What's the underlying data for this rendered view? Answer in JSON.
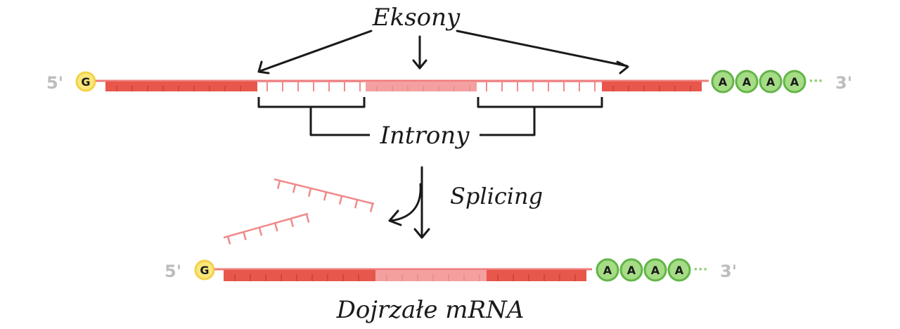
{
  "labels": {
    "exons": "Eksony",
    "introns": "Introny",
    "splicing": "Splicing",
    "mature": "Dojrzałe mRNA"
  },
  "pre_mrna": {
    "five_prime": "5'",
    "cap": "G",
    "poly_a": [
      "A",
      "A",
      "A",
      "A"
    ],
    "dots": "···",
    "three_prime": "3'"
  },
  "mature_mrna": {
    "five_prime": "5'",
    "cap": "G",
    "poly_a": [
      "A",
      "A",
      "A",
      "A"
    ],
    "dots": "···",
    "three_prime": "3'"
  },
  "colors": {
    "exon_dark": "#e8574b",
    "exon_light": "#f4a0a0",
    "intron_line": "#f08a8a",
    "backbone": "#f07c7c",
    "cap_fill": "#fbe77a",
    "cap_stroke": "#f2d24a",
    "polyA_fill": "#a6dc86",
    "polyA_stroke": "#62b548",
    "ink": "#1a1a1a",
    "prime_text": "#bdbdbd"
  }
}
